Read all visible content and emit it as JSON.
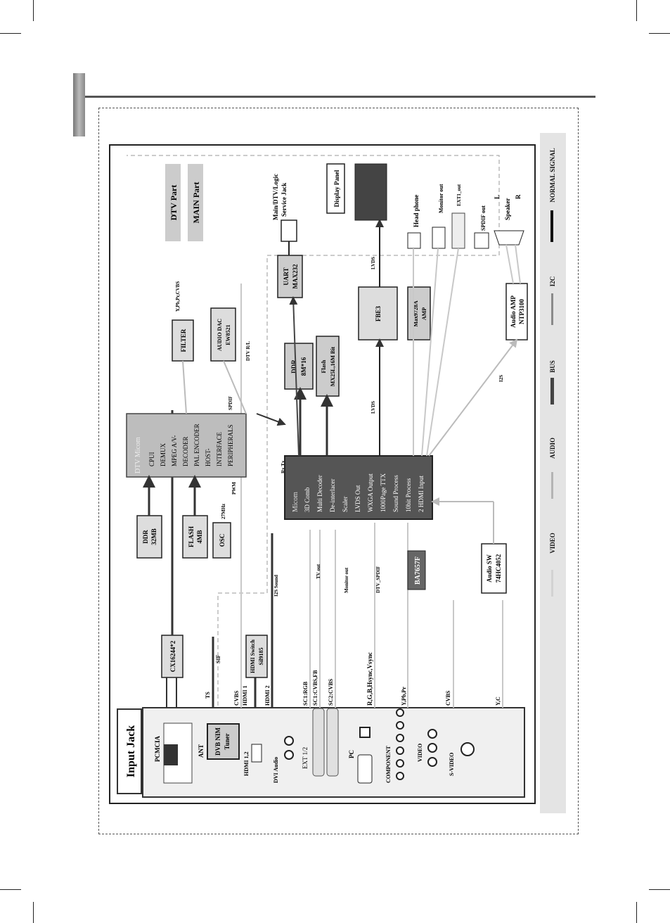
{
  "diagram": {
    "input_jack": "Input Jack",
    "dtv_part": "DTV Part",
    "main_part": "MAIN Part",
    "pcmcia": "PCMCIA",
    "ant": "ANT",
    "tuner": [
      "DVB NIM",
      "Tuner"
    ],
    "hdmi12": "HDMI 1,2",
    "dvi_audio": "DVI Audio",
    "ext12": "EXT 1/2",
    "pc": "PC",
    "component": "COMPONENT",
    "video_in": "VIDEO",
    "svideo": "S-VIDEO",
    "cx": "CX16244*2",
    "ts": "TS",
    "sif": "SIF",
    "hdmi_switch": [
      "HDMI Switch",
      "Sil9185"
    ],
    "sig_cvbs": "CVBS",
    "sig_hdmi1": "HDMI 1",
    "sig_hdmi2": "HDMI 2",
    "sig_sc1rgb": "SC1:RGB",
    "sig_sc1cvbs": "SC1:CVBS,FB",
    "sig_sc2cvbs": "SC2:CVBS",
    "sig_rgb": "R,G,B,Hsync,Vsync",
    "sig_ypbpr": "Y,Pb,Pr",
    "sig_cvbs2": "CVBS",
    "sig_yc": "Y,C",
    "ddr32": [
      "DDR",
      "32MB"
    ],
    "flash4": [
      "FLASH",
      "4MB"
    ],
    "osc": "OSC",
    "mhz": "27MHz",
    "pwm": "PWM",
    "dtv_micom": "DTV Micom",
    "dtv_micom_lines": [
      "CPUI",
      "DEMUX",
      "MPEG A/V-",
      "DECODER",
      "PAL ENCODER",
      "HOST-",
      "INTERFACE",
      "PERIPHERALS"
    ],
    "filter": "FILTER",
    "ypbpr_cvbs": "Y,Pb,Pr,CVBS",
    "audio_dac": [
      "AUDIO DAC",
      "EW8521"
    ],
    "spdif": "SPDIF",
    "dtv_rl": "DTV R/L",
    "i2s_sound": "I2S Sound",
    "tv_out": "TV out",
    "monitor_out_sig": "Monitor out",
    "dtv_spdif": "DTV_SPDIF",
    "rxtx": "Rx,Tx",
    "ddr8": [
      "DDR",
      "8M*16"
    ],
    "flash16": [
      "Flash",
      "MX25L,16M Bit"
    ],
    "uart": [
      "UART",
      "MAX232"
    ],
    "service_jack": [
      "Main/DTV/Logic",
      "Service Jack"
    ],
    "micom": "Micom",
    "micom_lines": [
      "3D Comb",
      "Multi Decoder",
      "De-interlacer",
      "Scaler",
      "LVDS Out",
      "WXGA Output",
      "1000Page TTX",
      "Sound Process",
      "10bit Process",
      "2 HDMI Input"
    ],
    "ba": "BA7657F",
    "audio_sw": [
      "Audio SW",
      "74HC4052"
    ],
    "lvds1": "LVDS",
    "lvds2": "LVDS",
    "fbe3": "FBE3",
    "display_panel": "Display Panel",
    "max": [
      "Max9728A",
      "AMP"
    ],
    "audio_amp": [
      "Audio AMP",
      "NTP3100"
    ],
    "i2s": "I2S",
    "head_phone": "Head phone",
    "monitor_out": "Monitor out",
    "ext1_out": "EXT1_out",
    "spdif_out": "SPDIF out",
    "speaker": [
      "L",
      "Speaker",
      "R"
    ]
  },
  "legend": {
    "video": "VIDEO",
    "audio": "AUDIO",
    "bus": "BUS",
    "i2c": "I2C",
    "normal": "NORMAL SIGNAL"
  },
  "colors": {
    "video_line": "#c8c8c8",
    "audio_line": "#b4b4b4",
    "bus_line": "#444444",
    "i2c_line": "#8a8a8a",
    "normal_line": "#111111"
  }
}
